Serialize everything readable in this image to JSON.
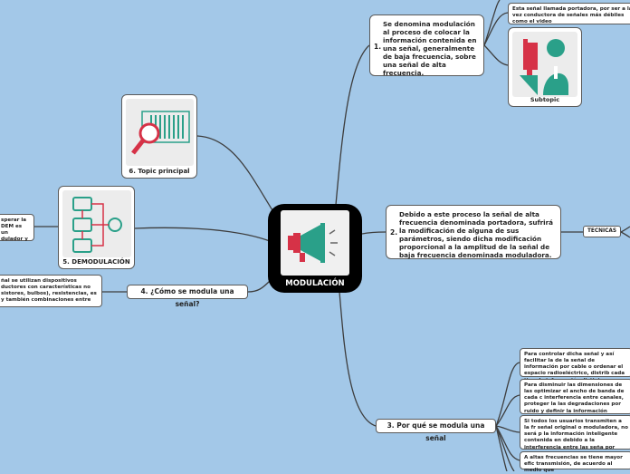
{
  "central": {
    "label": "MODULACIÓN",
    "icon": "megaphone-icon"
  },
  "nodes": {
    "n1": {
      "num": "1.",
      "text": "Se denomina modulación al proceso de colocar la información contenida en una señal, generalmente de baja frecuencia, sobre una señal de alta frecuencia."
    },
    "n1_note": "Esta señal llamada portadora, por ser a la vez conductora de señales más débiles como el video",
    "subtopic": {
      "label": "Subtopic",
      "icon": "person-info-icon"
    },
    "n2": {
      "num": "2.",
      "text": "Debido a este proceso la señal de alta frecuencia denominada portadora, sufrirá la modificación de alguna de sus parámetros, siendo dicha modificación proporcional a la amplitud de la señal de baja frecuencia denominada moduladora."
    },
    "tecnicas": "TECNICAS",
    "n3": {
      "label": "3. Por qué se modula una señal"
    },
    "n3_items": [
      "Para controlar dicha señal y así facilitar la de la señal de información por cable o ordenar el espacio radioeléctrico, distrib cada tipo de información distinta.",
      "Para disminuir las dimensiones de las optimizar el ancho de banda de cada c interferencia entre canales, proteger la las degradaciones por ruido y definir la información transmitida.",
      "Si todos los usuarios transmiten a la fr señal original o moduladora, no será p la información inteligente contenida en debido a la interferencia entre las seña por diferentes usuarios.",
      "A altas frecuencias se tiene mayor efic transmisión, de acuerdo al medio que"
    ],
    "n4": {
      "label": "4. ¿Cómo se modula una señal?"
    },
    "n4_note": "ñal se utilizan dispositivos ductores con características no sistores, bulbos), resistencias, es y también combinaciones entre",
    "n5": {
      "label": "5. DEMODULACIÓN",
      "icon": "flowchart-icon"
    },
    "n5_note": "sperar la DEM es un dulador y",
    "n6": {
      "label": "6. Topic principal",
      "icon": "barcode-search-icon"
    }
  }
}
